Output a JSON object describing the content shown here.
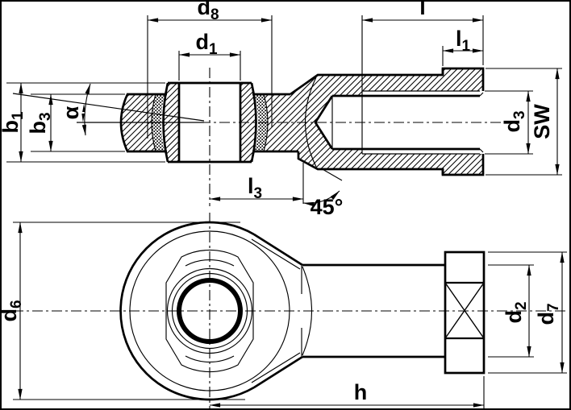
{
  "colors": {
    "line": "#000000",
    "background": "#ffffff"
  },
  "labels": {
    "d8": {
      "base": "d",
      "sub": "8"
    },
    "d1": {
      "base": "d",
      "sub": "1"
    },
    "l": {
      "base": "l",
      "sub": ""
    },
    "l1": {
      "base": "l",
      "sub": "1"
    },
    "b1": {
      "base": "b",
      "sub": "1"
    },
    "b3": {
      "base": "b",
      "sub": "3"
    },
    "alpha": {
      "base": "α",
      "sub": ""
    },
    "d3": {
      "base": "d",
      "sub": "3"
    },
    "sw": {
      "base": "SW",
      "sub": ""
    },
    "l3": {
      "base": "l",
      "sub": "3"
    },
    "angle45": {
      "base": "45°",
      "sub": ""
    },
    "d6": {
      "base": "d",
      "sub": "6"
    },
    "d2": {
      "base": "d",
      "sub": "2"
    },
    "d7": {
      "base": "d",
      "sub": "7"
    },
    "h": {
      "base": "h",
      "sub": ""
    }
  }
}
